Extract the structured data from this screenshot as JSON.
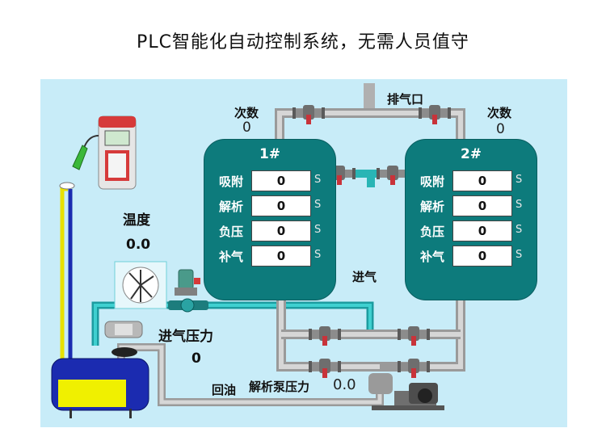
{
  "title": "PLC智能化自动控制系统，无需人员值守",
  "labels": {
    "exhaust": "排气口",
    "count_left": "次数",
    "count_right": "次数",
    "temperature": "温度",
    "intake": "进气",
    "intake_pressure": "进气压力",
    "oil_return": "回油",
    "desorb_pump_pressure": "解析泵压力"
  },
  "values": {
    "count_left": "0",
    "count_right": "0",
    "temperature": "0.0",
    "intake_pressure": "0",
    "desorb_pump_pressure": "0.0"
  },
  "tanks": [
    {
      "title": "1#",
      "rows": [
        {
          "label": "吸附",
          "value": "0",
          "unit": "S"
        },
        {
          "label": "解析",
          "value": "0",
          "unit": "S"
        },
        {
          "label": "负压",
          "value": "0",
          "unit": "S"
        },
        {
          "label": "补气",
          "value": "0",
          "unit": "S"
        }
      ]
    },
    {
      "title": "2#",
      "rows": [
        {
          "label": "吸附",
          "value": "0",
          "unit": "S"
        },
        {
          "label": "解析",
          "value": "0",
          "unit": "S"
        },
        {
          "label": "负压",
          "value": "0",
          "unit": "S"
        },
        {
          "label": "补气",
          "value": "0",
          "unit": "S"
        }
      ]
    }
  ],
  "colors": {
    "background": "#c8ecf8",
    "tank": "#0d7b7c",
    "pipe_gray": "#b8b8b8",
    "pipe_teal": "#29b5b5",
    "valve": "#c8333a",
    "fuel_tank": "#1b2bb0",
    "fuel_level": "#f0f000"
  },
  "icons": [
    "fuel-dispenser-icon",
    "fan-icon",
    "pump-icon",
    "valve-icon",
    "motor-pump-icon"
  ]
}
